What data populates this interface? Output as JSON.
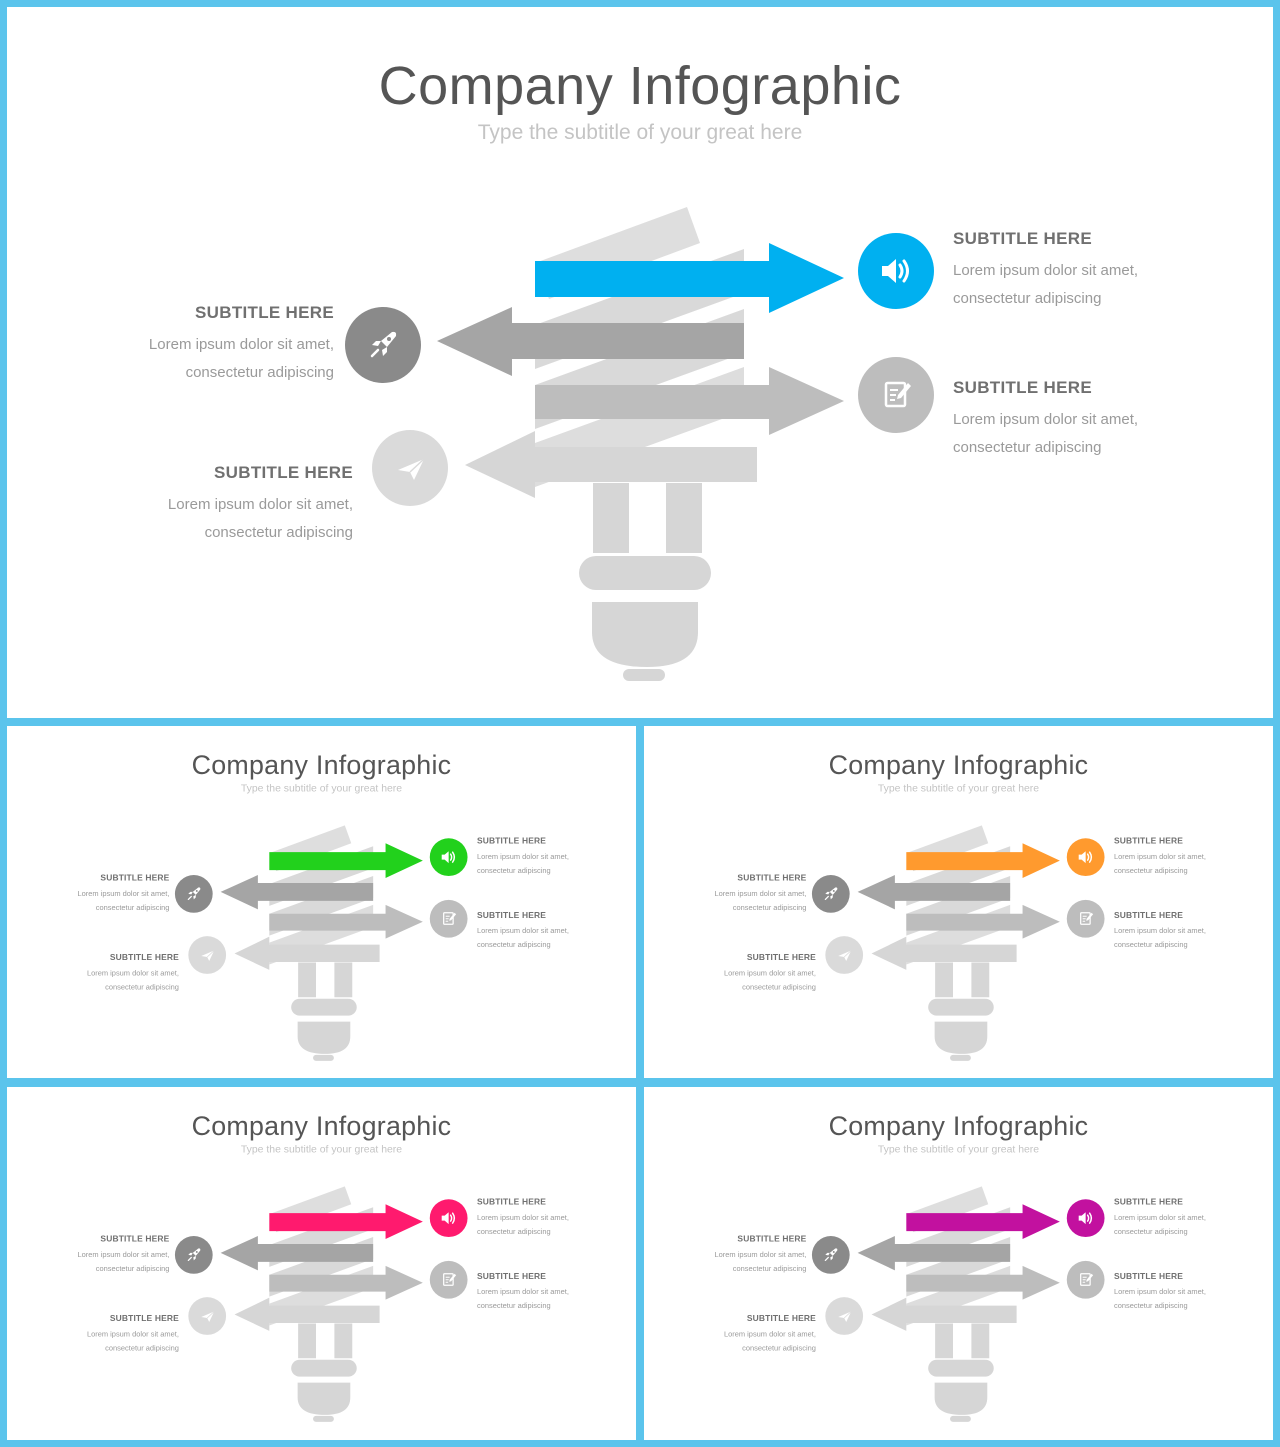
{
  "slides": [
    {
      "id": "main",
      "accent": "#00b0f0"
    },
    {
      "id": "green",
      "accent": "#22d11c"
    },
    {
      "id": "orange",
      "accent": "#ff9a2e"
    },
    {
      "id": "pink",
      "accent": "#ff1a6e"
    },
    {
      "id": "purple",
      "accent": "#c2119f"
    }
  ],
  "content": {
    "title": "Company Infographic",
    "subtitle": "Type the subtitle of your great here",
    "items": [
      {
        "icon": "speaker-icon",
        "heading": "SUBTITLE HERE",
        "line1": "Lorem ipsum dolor sit amet,",
        "line2": "consectetur adipiscing"
      },
      {
        "icon": "rocket-icon",
        "heading": "SUBTITLE HERE",
        "line1": "Lorem ipsum dolor sit amet,",
        "line2": "consectetur adipiscing"
      },
      {
        "icon": "notepad-icon",
        "heading": "SUBTITLE HERE",
        "line1": "Lorem ipsum dolor sit amet,",
        "line2": "consectetur adipiscing"
      },
      {
        "icon": "paper-plane-icon",
        "heading": "SUBTITLE HERE",
        "line1": "Lorem ipsum dolor sit amet,",
        "line2": "consectetur adipiscing"
      }
    ]
  }
}
